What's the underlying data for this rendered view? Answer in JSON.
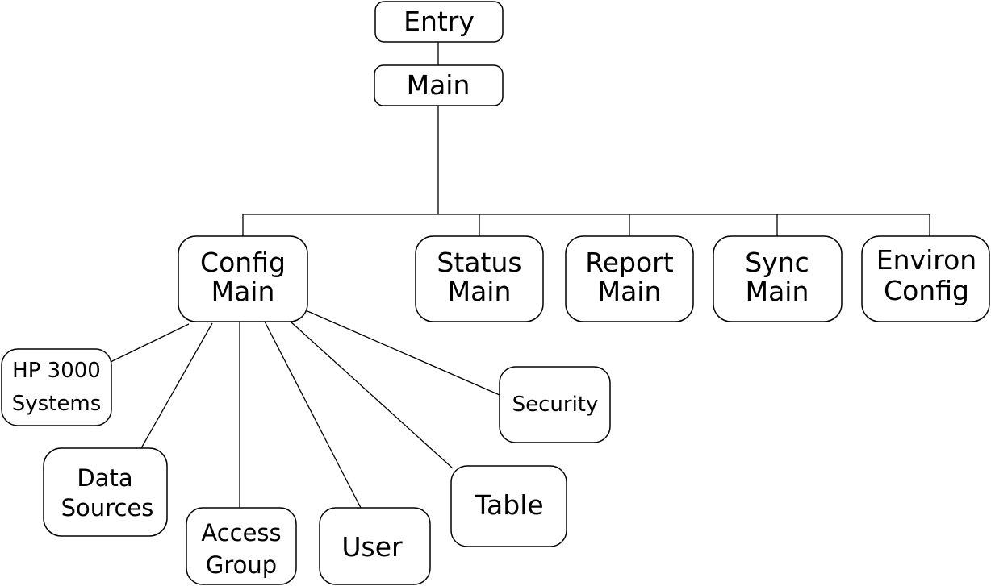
{
  "nodes": {
    "entry": {
      "lines": [
        "Entry"
      ]
    },
    "main": {
      "lines": [
        "Main"
      ]
    },
    "config_main": {
      "lines": [
        "Config",
        "Main"
      ]
    },
    "status_main": {
      "lines": [
        "Status",
        "Main"
      ]
    },
    "report_main": {
      "lines": [
        "Report",
        "Main"
      ]
    },
    "sync_main": {
      "lines": [
        "Sync",
        "Main"
      ]
    },
    "environ_config": {
      "lines": [
        "Environ",
        "Config"
      ]
    },
    "hp3000_systems": {
      "lines": [
        "HP 3000",
        "Systems"
      ]
    },
    "data_sources": {
      "lines": [
        "Data",
        "Sources"
      ]
    },
    "access_group": {
      "lines": [
        "Access",
        "Group"
      ]
    },
    "user": {
      "lines": [
        "User"
      ]
    },
    "table": {
      "lines": [
        "Table"
      ]
    },
    "security": {
      "lines": [
        "Security"
      ]
    }
  },
  "colors": {
    "line": "#000000",
    "box_fill": "#ffffff",
    "background": "#ffffff"
  }
}
